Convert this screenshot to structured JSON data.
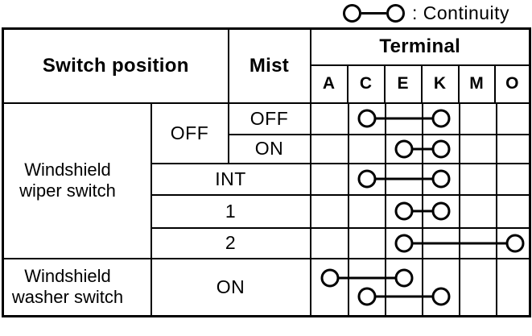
{
  "legend": {
    "label": ": Continuity",
    "symbol": "continuity-symbol"
  },
  "table": {
    "header": {
      "switch_position": "Switch position",
      "mist": "Mist",
      "terminal": "Terminal"
    },
    "terminals": [
      "A",
      "C",
      "E",
      "K",
      "M",
      "O"
    ],
    "groups": [
      {
        "label": "Windshield wiper switch",
        "rows": [
          {
            "position": "OFF",
            "mist": "OFF",
            "connections": [
              [
                "C",
                "K"
              ]
            ]
          },
          {
            "position": "OFF",
            "mist": "ON",
            "connections": [
              [
                "E",
                "K"
              ]
            ]
          },
          {
            "position": "INT",
            "connections": [
              [
                "C",
                "K"
              ]
            ]
          },
          {
            "position": "1",
            "connections": [
              [
                "E",
                "K"
              ]
            ]
          },
          {
            "position": "2",
            "connections": [
              [
                "E",
                "O"
              ]
            ]
          }
        ]
      },
      {
        "label": "Windshield washer switch",
        "rows": [
          {
            "position": "ON",
            "connections": [
              [
                "A",
                "E"
              ],
              [
                "C",
                "K"
              ]
            ]
          }
        ]
      }
    ]
  }
}
